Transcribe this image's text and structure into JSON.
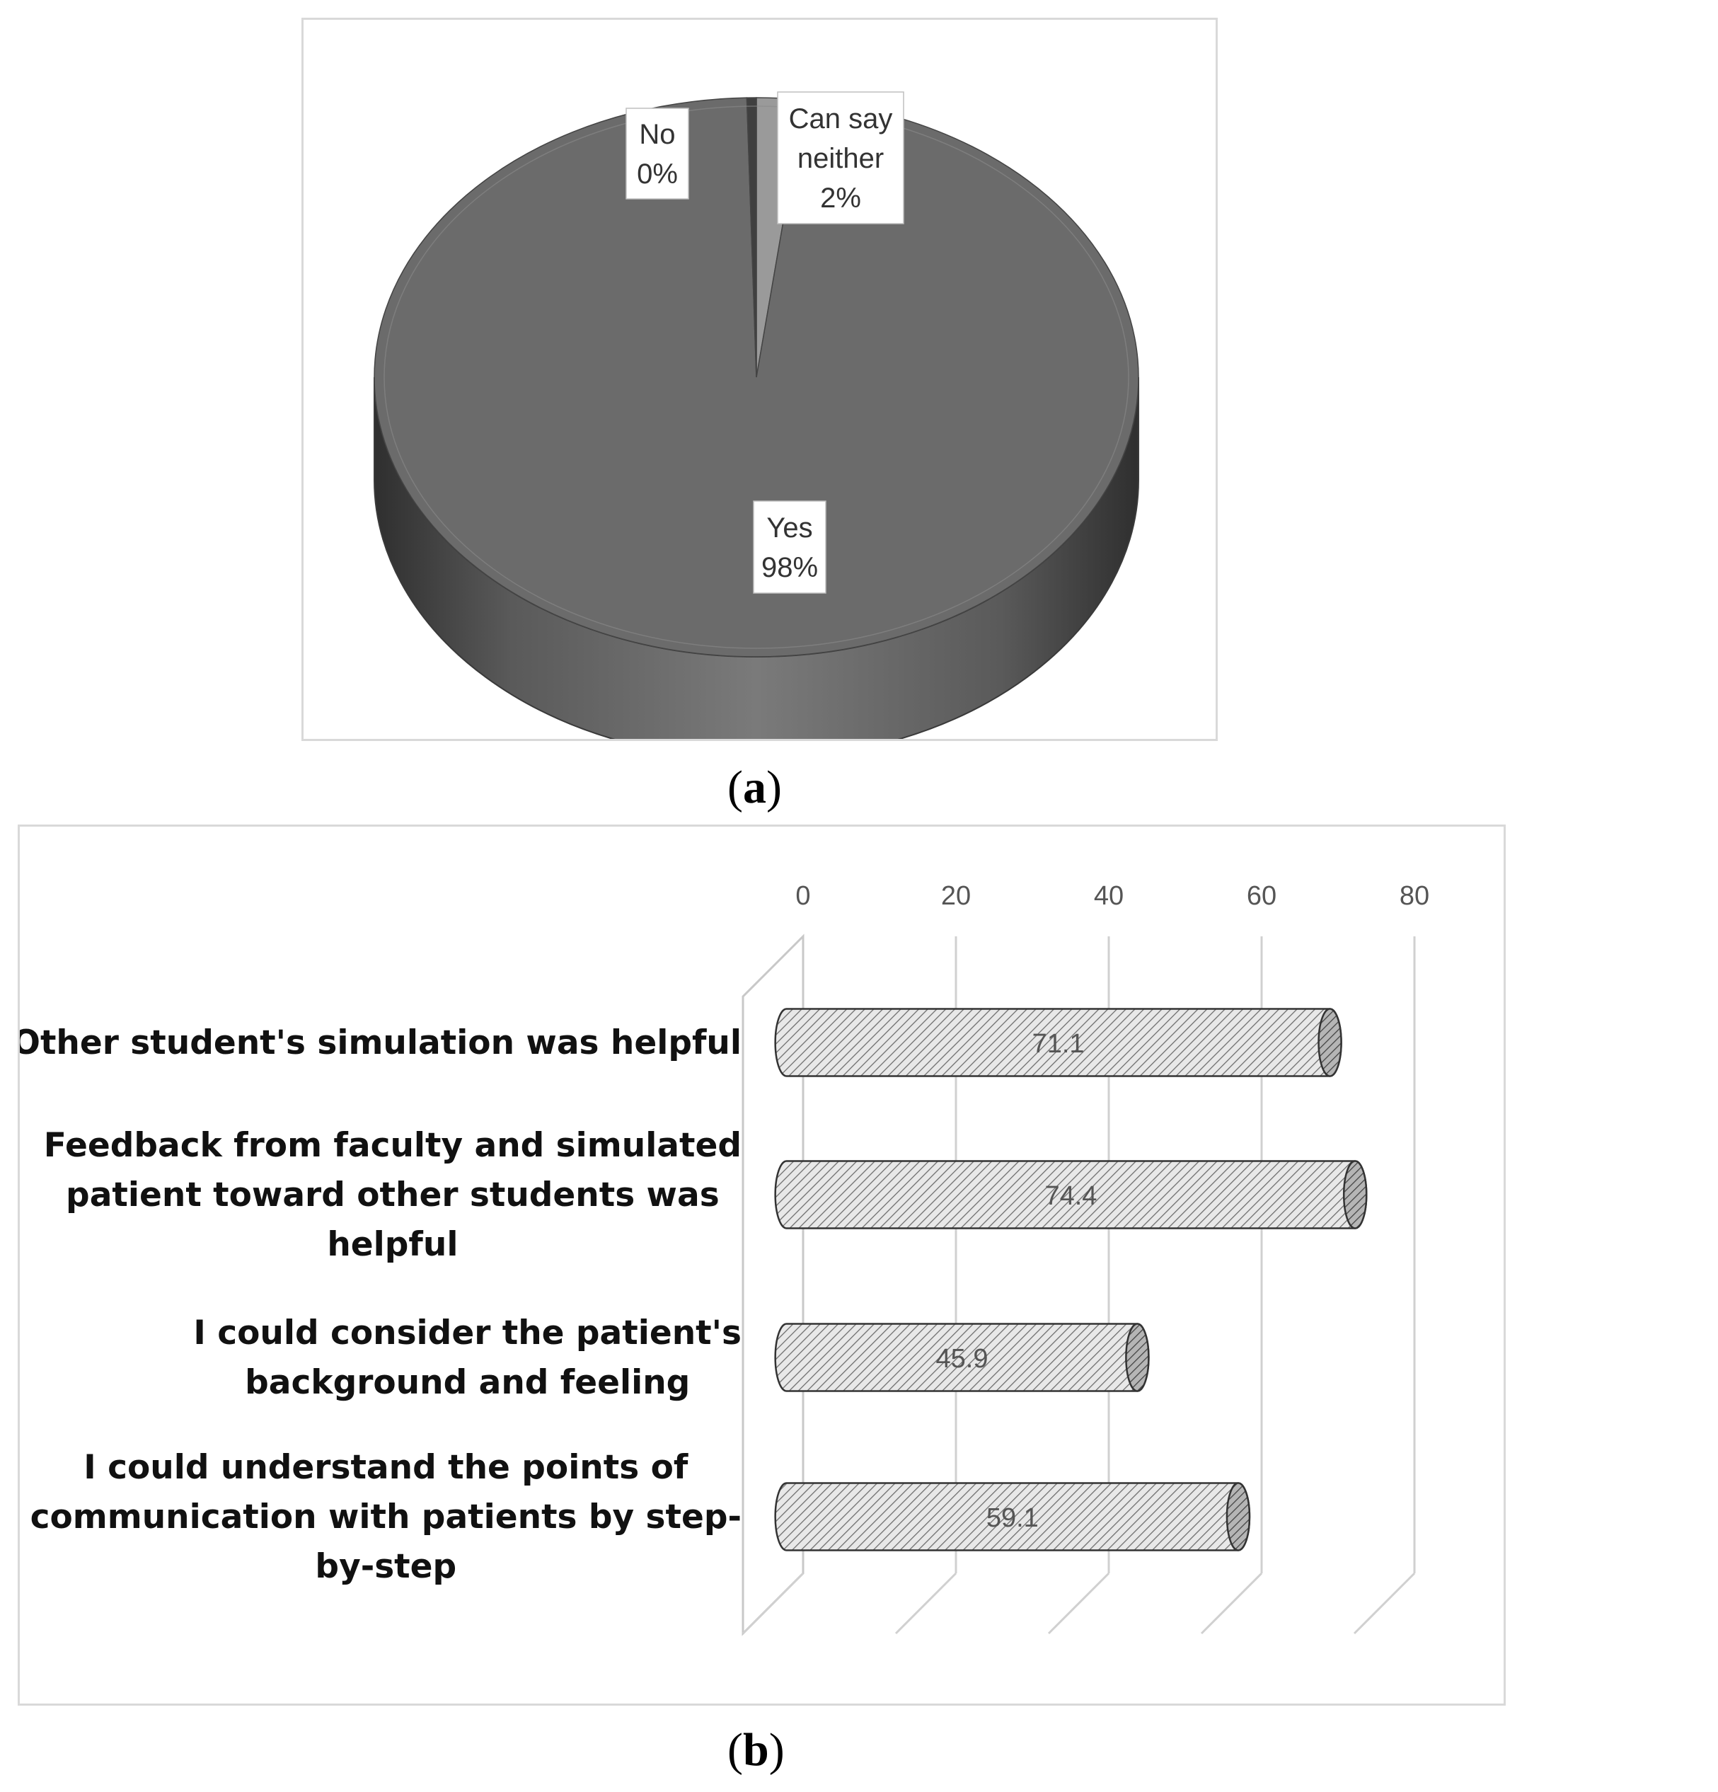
{
  "captions": {
    "a": "a",
    "b": "b"
  },
  "chart_data": [
    {
      "type": "pie",
      "slices": [
        {
          "label": "Yes",
          "value": 98,
          "value_label": "98%"
        },
        {
          "label": "No",
          "value": 0,
          "value_label": "0%"
        },
        {
          "label": "Can say neither",
          "value": 2,
          "value_label": "2%"
        }
      ],
      "label_lines": {
        "No": [
          "No",
          "0%"
        ],
        "Can say neither": [
          "Can say",
          "neither",
          "2%"
        ],
        "Yes": [
          "Yes",
          "98%"
        ]
      },
      "colors": {
        "Yes": "#6b6b6b",
        "No": "#3f3f3f",
        "Can say neither": "#9a9a9a"
      },
      "style": "3d"
    },
    {
      "type": "bar",
      "orientation": "horizontal",
      "style": "3d-cylinder",
      "categories": [
        "Other student's simulation was helpful",
        "Feedback from faculty and simulated patient toward other students was helpful",
        "I could consider the patient's background and feeling",
        "I could understand the points of communication with patients by step-by-step"
      ],
      "category_lines": [
        [
          "Other student's simulation was helpful"
        ],
        [
          "Feedback from faculty and simulated",
          "patient toward other students was",
          "helpful"
        ],
        [
          "I could consider the patient's",
          "background and feeling"
        ],
        [
          "I could understand the points of",
          "communication with patients by step-",
          "by-step"
        ]
      ],
      "values": [
        71.1,
        74.4,
        45.9,
        59.1
      ],
      "value_labels": [
        "71.1",
        "74.4",
        "45.9",
        "59.1"
      ],
      "xlim": [
        0,
        80
      ],
      "ticks": [
        "0",
        "20",
        "40",
        "60",
        "80"
      ],
      "tick_values": [
        0,
        20,
        40,
        60,
        80
      ],
      "axis_position": "top",
      "grid": true
    }
  ]
}
